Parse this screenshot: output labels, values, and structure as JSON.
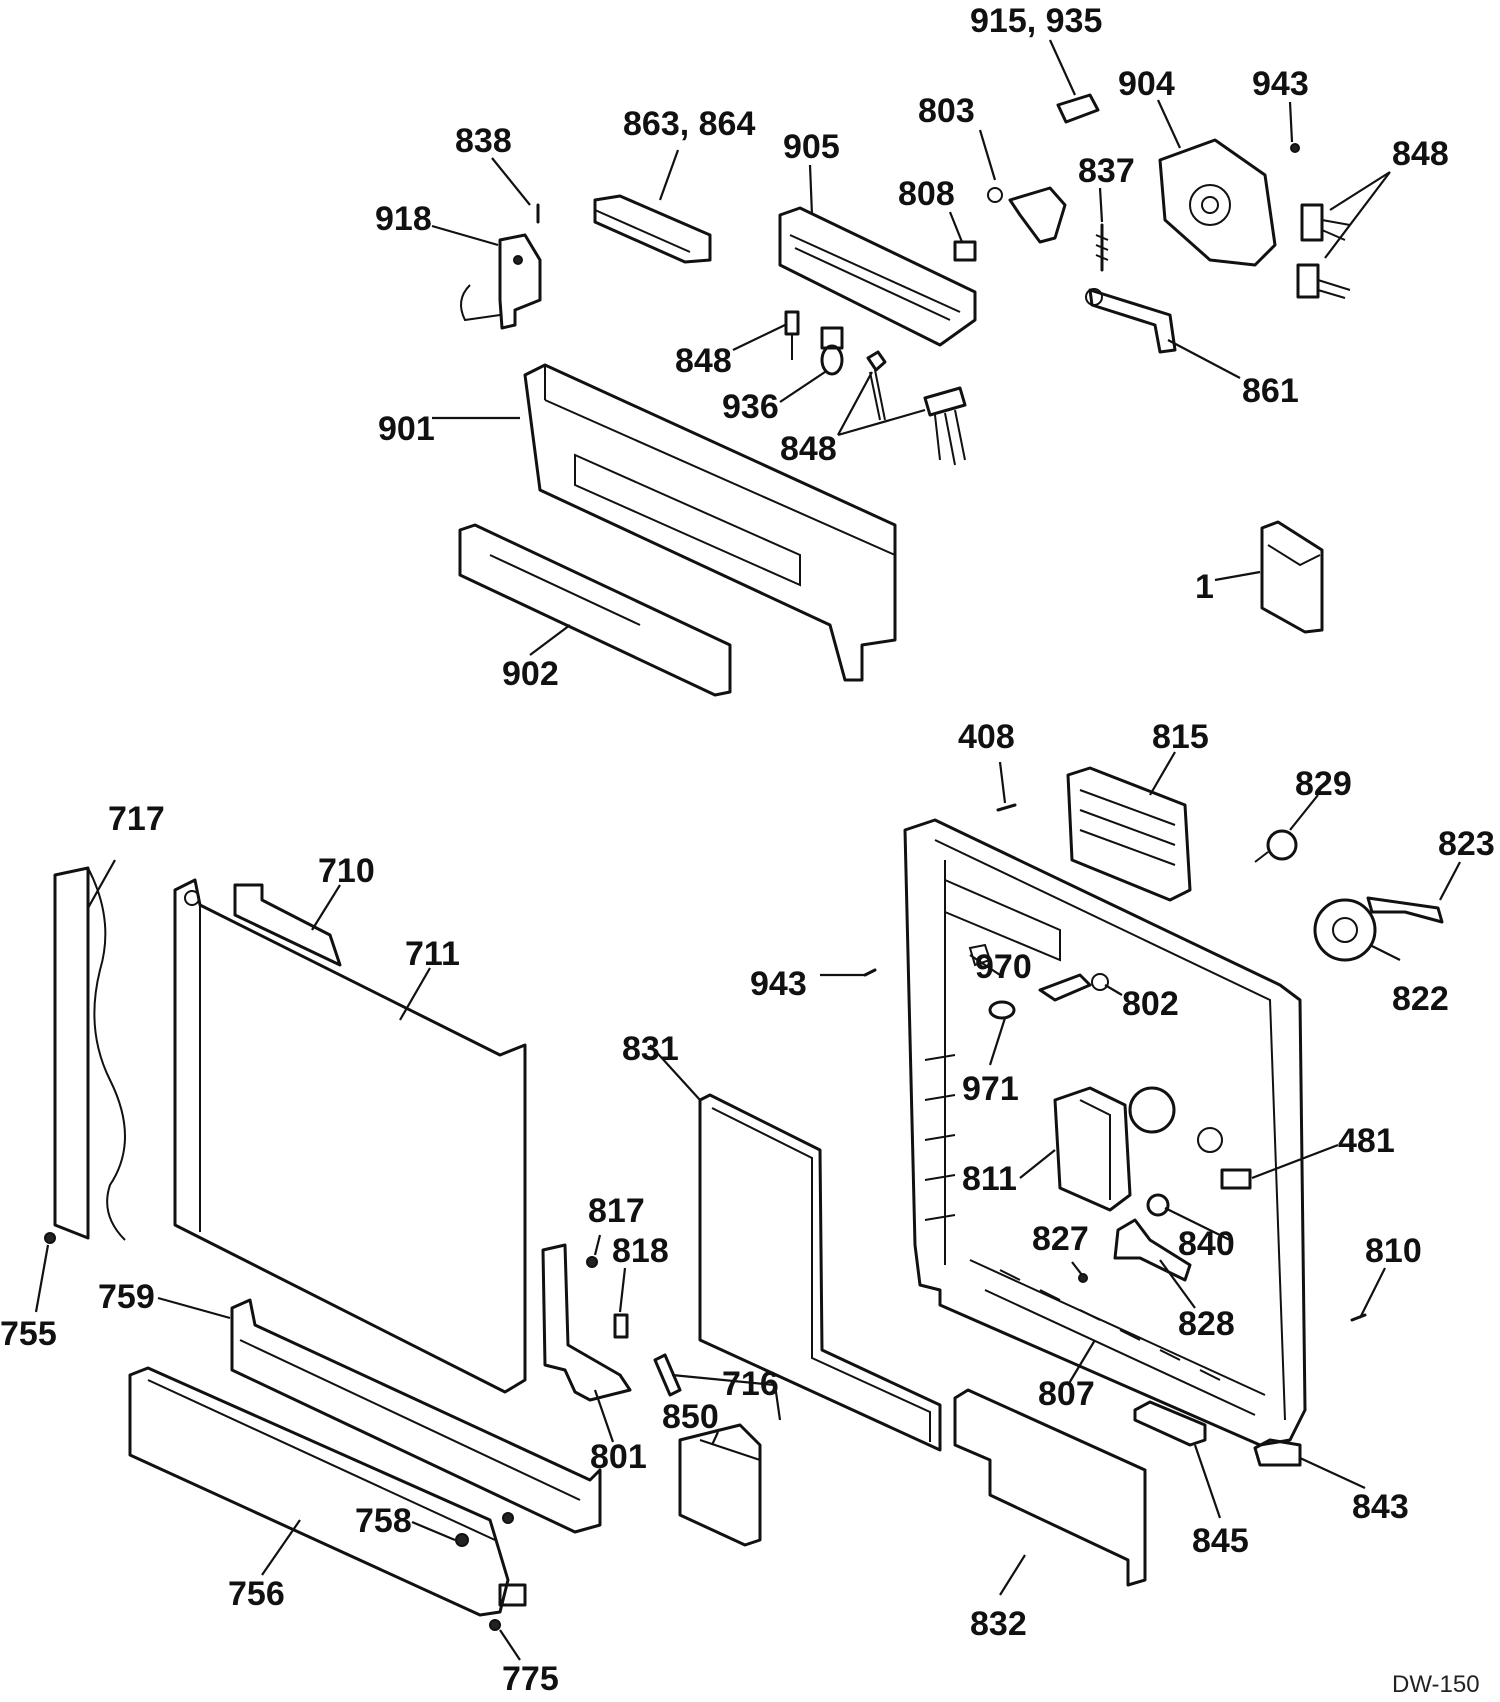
{
  "labels": {
    "p915_935": "915, 935",
    "p904": "904",
    "p943a": "943",
    "p803": "803",
    "p838": "838",
    "p863_864": "863, 864",
    "p905": "905",
    "p808": "808",
    "p837": "837",
    "p848a": "848",
    "p918": "918",
    "p848b": "848",
    "p936": "936",
    "p848c": "848",
    "p861": "861",
    "p901": "901",
    "p902": "902",
    "p1": "1",
    "p408": "408",
    "p815": "815",
    "p829": "829",
    "p823": "823",
    "p717": "717",
    "p710": "710",
    "p711": "711",
    "p943b": "943",
    "p970": "970",
    "p802": "802",
    "p822": "822",
    "p831": "831",
    "p971": "971",
    "p481": "481",
    "p811": "811",
    "p817": "817",
    "p818": "818",
    "p827": "827",
    "p840": "840",
    "p810": "810",
    "p755": "755",
    "p759": "759",
    "p716": "716",
    "p828": "828",
    "p807": "807",
    "p850": "850",
    "p801": "801",
    "p758": "758",
    "p843": "843",
    "p845": "845",
    "p756": "756",
    "p832": "832",
    "p775": "775"
  },
  "footer": {
    "code": "DW-150"
  }
}
